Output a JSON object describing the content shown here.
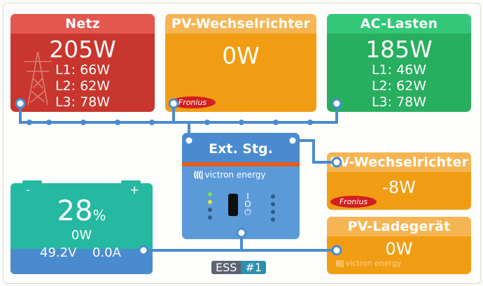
{
  "grid": {
    "title": "Netz",
    "power": "205W",
    "l1": "L1: 66W",
    "l2": "L2: 62W",
    "l3": "L3: 78W"
  },
  "pv_inverter_top": {
    "title": "PV-Wechselrichter",
    "power": "0W",
    "brand": "Fronius"
  },
  "ac_loads": {
    "title": "AC-Lasten",
    "power": "185W",
    "l1": "L1: 46W",
    "l2": "L2: 62W",
    "l3": "L3: 78W"
  },
  "inverter": {
    "title": "Ext. Stg.",
    "brand": "victron energy"
  },
  "battery": {
    "soc": "28",
    "unit": "%",
    "power": "0W",
    "voltage": "49.2V",
    "current": "0.0A",
    "minus": "-",
    "plus": "+"
  },
  "pv_inverter_right": {
    "title": "PV-Wechselrichter",
    "power": "-8W",
    "brand": "Fronius"
  },
  "pv_charger": {
    "title": "PV-Ladegerät",
    "power": "0W",
    "brand": "victron energy"
  },
  "ess_badge": {
    "label": "ESS",
    "number": "#1"
  },
  "colors": {
    "grid": "#c9362d",
    "pv": "#f19d13",
    "loads": "#27ae5f",
    "inverter": "#4a8bd0",
    "battery": "#24b9a0",
    "line": "#4a8bd0"
  }
}
